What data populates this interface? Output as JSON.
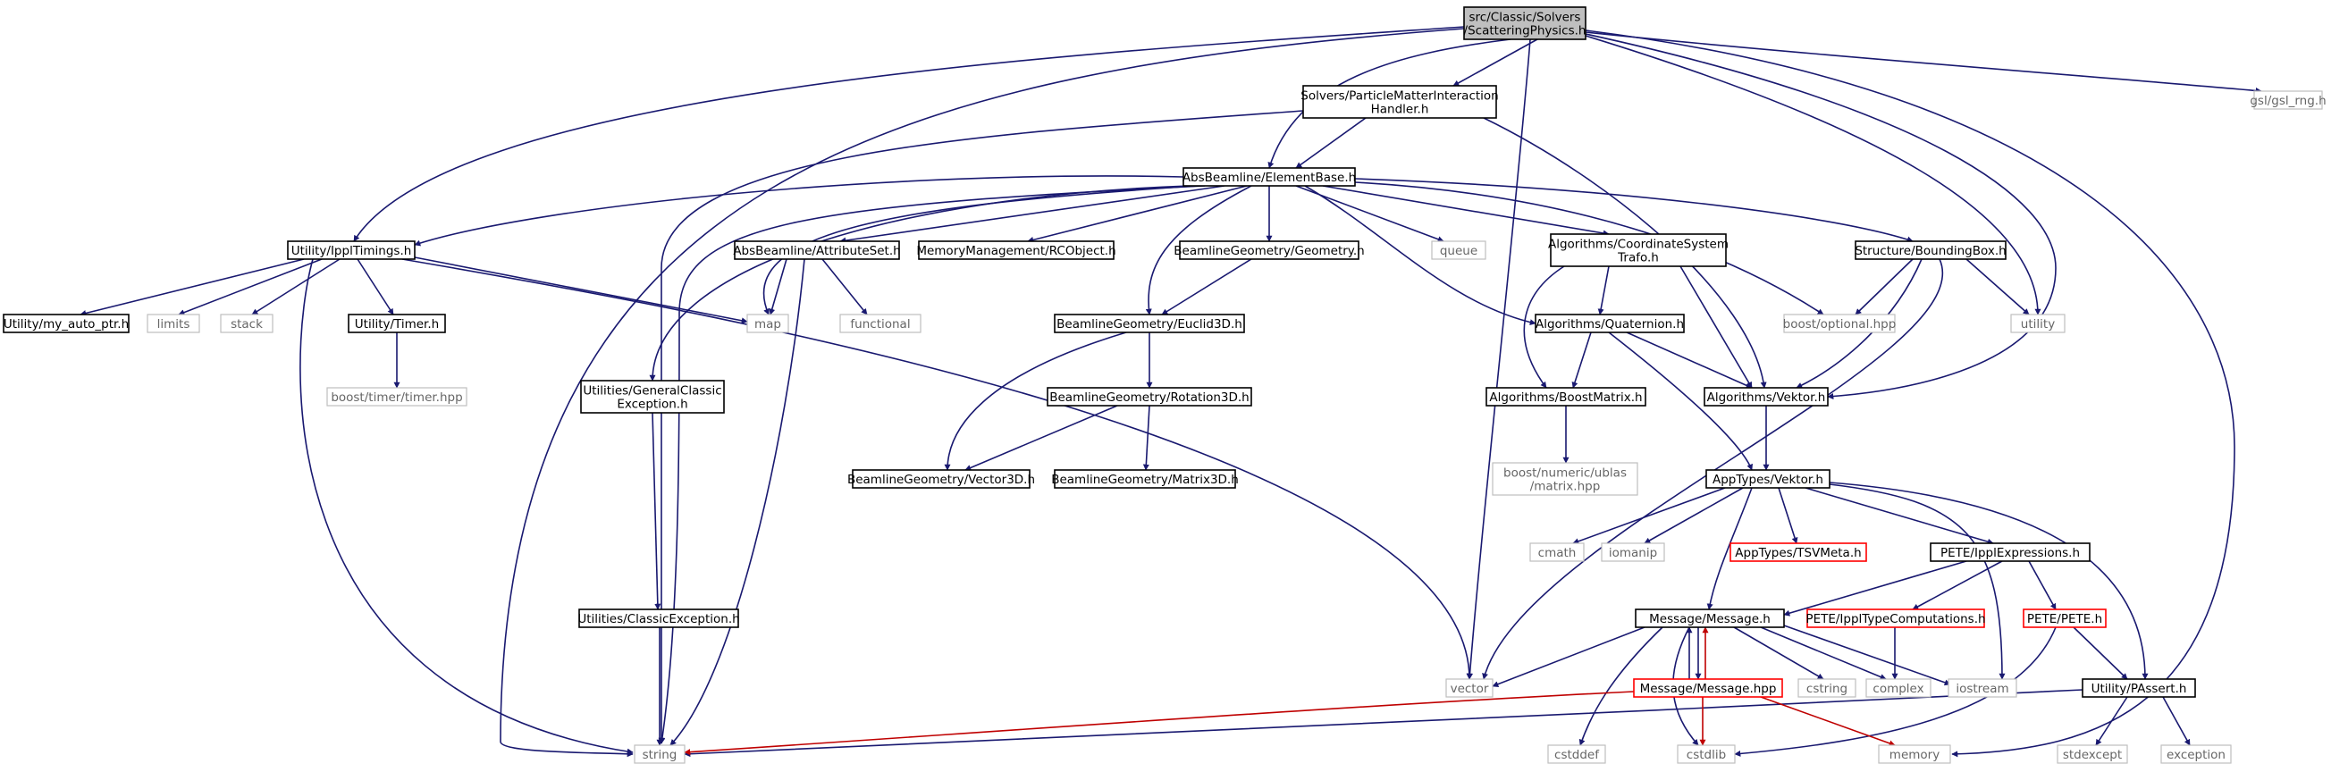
{
  "colors": {
    "edge": "#191970",
    "edge_red": "#bf0000",
    "root_fill": "#bfbfbf",
    "missing_border": "#bfbfbf",
    "red_border": "#ff0000"
  },
  "nodes": {
    "root": [
      "src/Classic/Solvers",
      "/ScatteringPhysics.h"
    ],
    "pmi": [
      "Solvers/ParticleMatterInteraction",
      "Handler.h"
    ],
    "gsl": [
      "gsl/gsl_rng.h"
    ],
    "elementbase": [
      "AbsBeamline/ElementBase.h"
    ],
    "ippltimings": [
      "Utility/IpplTimings.h"
    ],
    "attributeset": [
      "AbsBeamline/AttributeSet.h"
    ],
    "rcobject": [
      "MemoryManagement/RCObject.h"
    ],
    "geometry": [
      "BeamlineGeometry/Geometry.h"
    ],
    "queue": [
      "queue"
    ],
    "coordtrafo": [
      "Algorithms/CoordinateSystem",
      "Trafo.h"
    ],
    "boundingbox": [
      "Structure/BoundingBox.h"
    ],
    "myautoptr": [
      "Utility/my_auto_ptr.h"
    ],
    "limits": [
      "limits"
    ],
    "stack": [
      "stack"
    ],
    "timer": [
      "Utility/Timer.h"
    ],
    "map": [
      "map"
    ],
    "functional": [
      "functional"
    ],
    "euclid3d": [
      "BeamlineGeometry/Euclid3D.h"
    ],
    "quaternion": [
      "Algorithms/Quaternion.h"
    ],
    "boostoptional": [
      "boost/optional.hpp"
    ],
    "utility": [
      "utility"
    ],
    "boosttimer": [
      "boost/timer/timer.hpp"
    ],
    "gcexception": [
      "Utilities/GeneralClassic",
      "Exception.h"
    ],
    "rotation3d": [
      "BeamlineGeometry/Rotation3D.h"
    ],
    "boostmatrix": [
      "Algorithms/BoostMatrix.h"
    ],
    "algvektor": [
      "Algorithms/Vektor.h"
    ],
    "vector3d": [
      "BeamlineGeometry/Vector3D.h"
    ],
    "matrix3d": [
      "BeamlineGeometry/Matrix3D.h"
    ],
    "ublas": [
      "boost/numeric/ublas",
      "/matrix.hpp"
    ],
    "apptypesvektor": [
      "AppTypes/Vektor.h"
    ],
    "cmath": [
      "cmath"
    ],
    "iomanip": [
      "iomanip"
    ],
    "tsvmeta": [
      "AppTypes/TSVMeta.h"
    ],
    "ipplexpr": [
      "PETE/IpplExpressions.h"
    ],
    "classicexception": [
      "Utilities/ClassicException.h"
    ],
    "messageh": [
      "Message/Message.h"
    ],
    "ippltypecomp": [
      "PETE/IpplTypeComputations.h"
    ],
    "petepete": [
      "PETE/PETE.h"
    ],
    "vector": [
      "vector"
    ],
    "messagehpp": [
      "Message/Message.hpp"
    ],
    "cstring": [
      "cstring"
    ],
    "complex": [
      "complex"
    ],
    "iostream": [
      "iostream"
    ],
    "passert": [
      "Utility/PAssert.h"
    ],
    "string": [
      "string"
    ],
    "cstddef": [
      "cstddef"
    ],
    "cstdlib": [
      "cstdlib"
    ],
    "memory": [
      "memory"
    ],
    "stdexcept": [
      "stdexcept"
    ],
    "exception": [
      "exception"
    ]
  }
}
